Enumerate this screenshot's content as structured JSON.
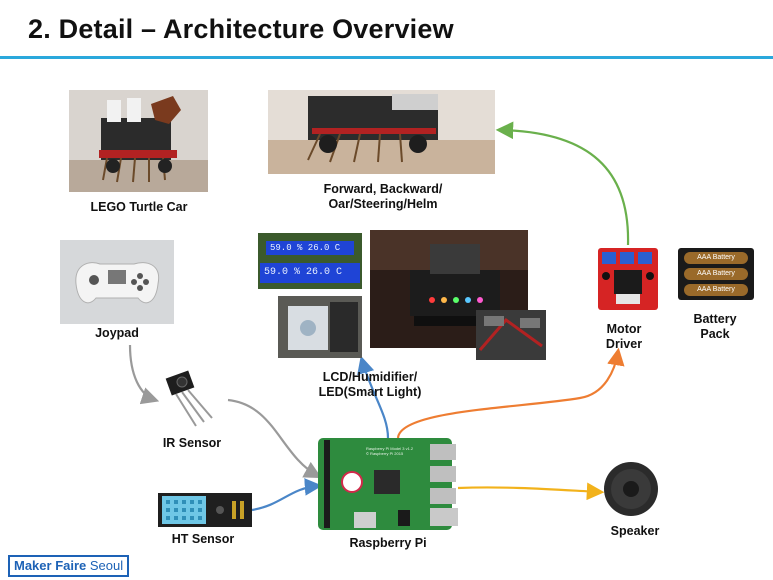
{
  "header": {
    "title": "2. Detail – Architecture Overview"
  },
  "labels": {
    "lego_car": "LEGO Turtle Car",
    "forward": "Forward, Backward/\nOar/Steering/Helm",
    "joypad": "Joypad",
    "ir_sensor": "IR Sensor",
    "ht_sensor": "HT Sensor",
    "raspberry_pi": "Raspberry Pi",
    "lcd": "LCD/Humidifier/\nLED(Smart Light)",
    "motor_driver": "Motor\nDriver",
    "battery_pack": "Battery\nPack",
    "speaker": "Speaker"
  },
  "lcd_readout": [
    "59.0 % 26.0 C",
    "59.0 % 26.0 C"
  ],
  "battery_cells": [
    "AAA Battery",
    "AAA Battery",
    "AAA Battery"
  ],
  "pi_board_text": "Raspberry Pi Model 3 v1.2\n© Raspberry Pi 2015",
  "logo": {
    "brand": "Maker Faire",
    "city": "Seoul"
  },
  "colors": {
    "accent_rule": "#2aa8dc",
    "arrow_green": "#6ab04c",
    "arrow_gray": "#9a9a9a",
    "arrow_blue": "#4a86c8",
    "arrow_orange": "#ee7d32",
    "arrow_yellow": "#f2b21b"
  }
}
